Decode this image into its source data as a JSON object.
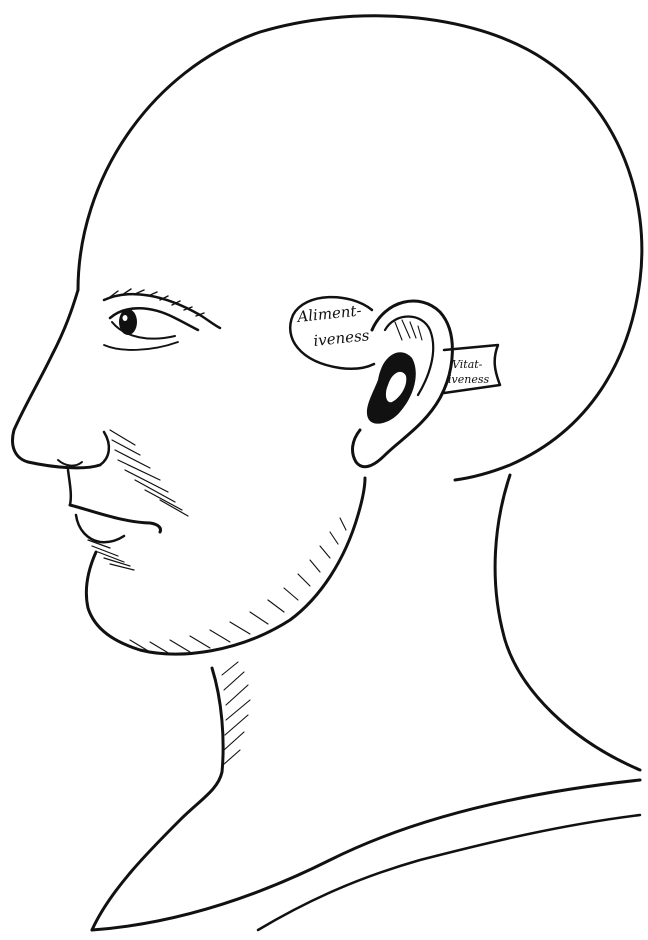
{
  "illustration": {
    "labels": {
      "alimentiveness_line1": "Aliment-",
      "alimentiveness_line2": "iveness",
      "vitativeness_line1": "Vitat-",
      "vitativeness_line2": "iveness"
    }
  },
  "colors": {
    "ink": "#111111",
    "paper": "#ffffff"
  }
}
